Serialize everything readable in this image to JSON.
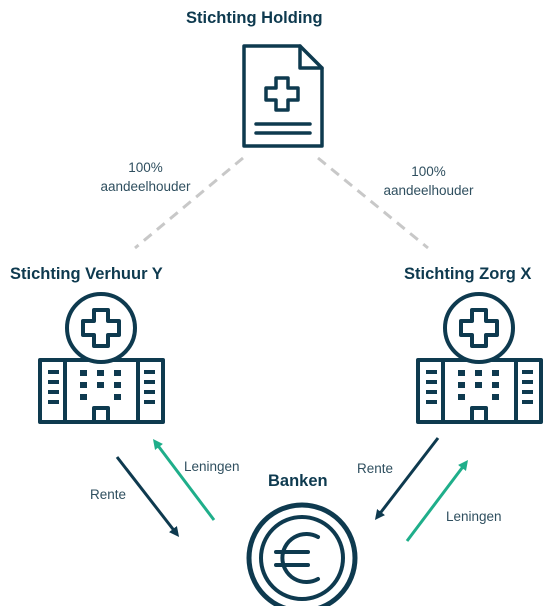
{
  "nodes": {
    "holding": {
      "title": "Stichting Holding",
      "icon": "medical-document-icon"
    },
    "verhuur": {
      "title": "Stichting Verhuur Y",
      "icon": "hospital-building-icon"
    },
    "zorg": {
      "title": "Stichting Zorg X",
      "icon": "hospital-building-icon"
    },
    "banken": {
      "title": "Banken",
      "icon": "euro-coin-icon"
    }
  },
  "edges": {
    "holding_verhuur": {
      "line1": "100%",
      "line2": "aandeelhouder"
    },
    "holding_zorg": {
      "line1": "100%",
      "line2": "aandeelhouder"
    },
    "verhuur_rente": "Rente",
    "verhuur_leningen": "Leningen",
    "zorg_rente": "Rente",
    "zorg_leningen": "Leningen"
  },
  "colors": {
    "navy": "#0e3a4f",
    "teal": "#1fae8a",
    "dashed_line": "#c8c8c8",
    "text": "#2f4f5f"
  }
}
